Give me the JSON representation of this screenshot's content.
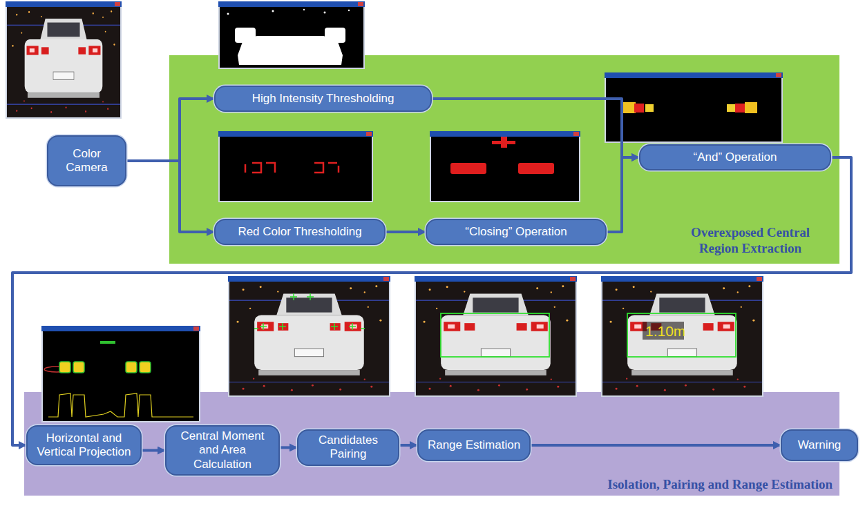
{
  "diagram": {
    "nodes": [
      {
        "text": [
          "Color Camera"
        ]
      },
      {
        "text": [
          "Overexposed Central Region Extraction"
        ]
      },
      {
        "text": [
          "High Intensity Thresholding"
        ],
        "in": 1
      },
      {
        "text": [
          "Red Color Thresholding"
        ],
        "in": 1
      },
      {
        "text": [
          "“Closing” Operation"
        ],
        "in": 1
      },
      {
        "text": [
          "“And” Operation"
        ],
        "in": 1
      },
      {
        "text": [
          "Isolation, Pairing and Range Estimation"
        ]
      },
      {
        "text": [
          "Horizontal and Vertical Projection"
        ],
        "in": 6
      },
      {
        "text": [
          "Central Moment and Area Calculation"
        ],
        "in": 6
      },
      {
        "text": [
          "Candidates Pairing"
        ],
        "in": 6
      },
      {
        "text": [
          "Range Estimation"
        ],
        "in": 6
      },
      {
        "text": [
          "Warning"
        ]
      }
    ],
    "edges": [
      {
        "from": 0,
        "to": 2,
        "arrow": "to"
      },
      {
        "from": 0,
        "to": 3,
        "arrow": "to"
      },
      {
        "from": 3,
        "to": 4,
        "arrow": "to"
      },
      {
        "from": 2,
        "to": 5,
        "arrow": "to"
      },
      {
        "from": 4,
        "to": 5,
        "arrow": "to"
      },
      {
        "from": 5,
        "to": 7,
        "arrow": "to"
      },
      {
        "from": 7,
        "to": 8,
        "arrow": "to"
      },
      {
        "from": 8,
        "to": 9,
        "arrow": "to"
      },
      {
        "from": 9,
        "to": 10,
        "arrow": "to"
      },
      {
        "from": 10,
        "to": 11,
        "arrow": "to"
      }
    ],
    "labels": [
      "1.10m"
    ]
  }
}
